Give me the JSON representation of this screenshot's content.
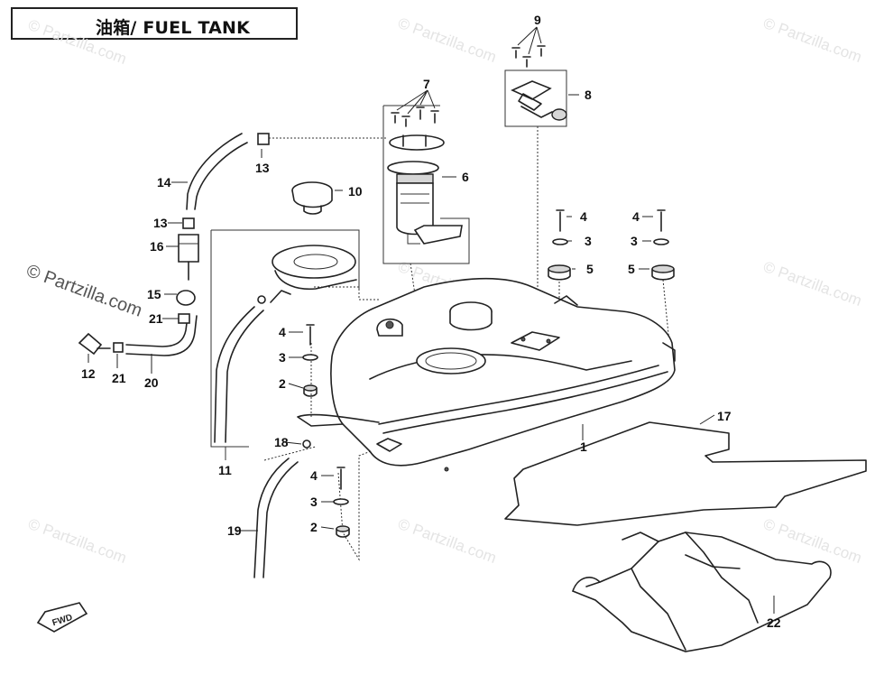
{
  "title": "油箱/ FUEL TANK",
  "watermark": {
    "short": "© Partzilla.com",
    "prominent": "© Partzilla.com"
  },
  "direction_marker": "FWD",
  "callouts": [
    "1",
    "2",
    "3",
    "4",
    "5",
    "6",
    "7",
    "8",
    "9",
    "10",
    "11",
    "12",
    "13",
    "14",
    "15",
    "16",
    "17",
    "18",
    "19",
    "20",
    "21",
    "22"
  ]
}
